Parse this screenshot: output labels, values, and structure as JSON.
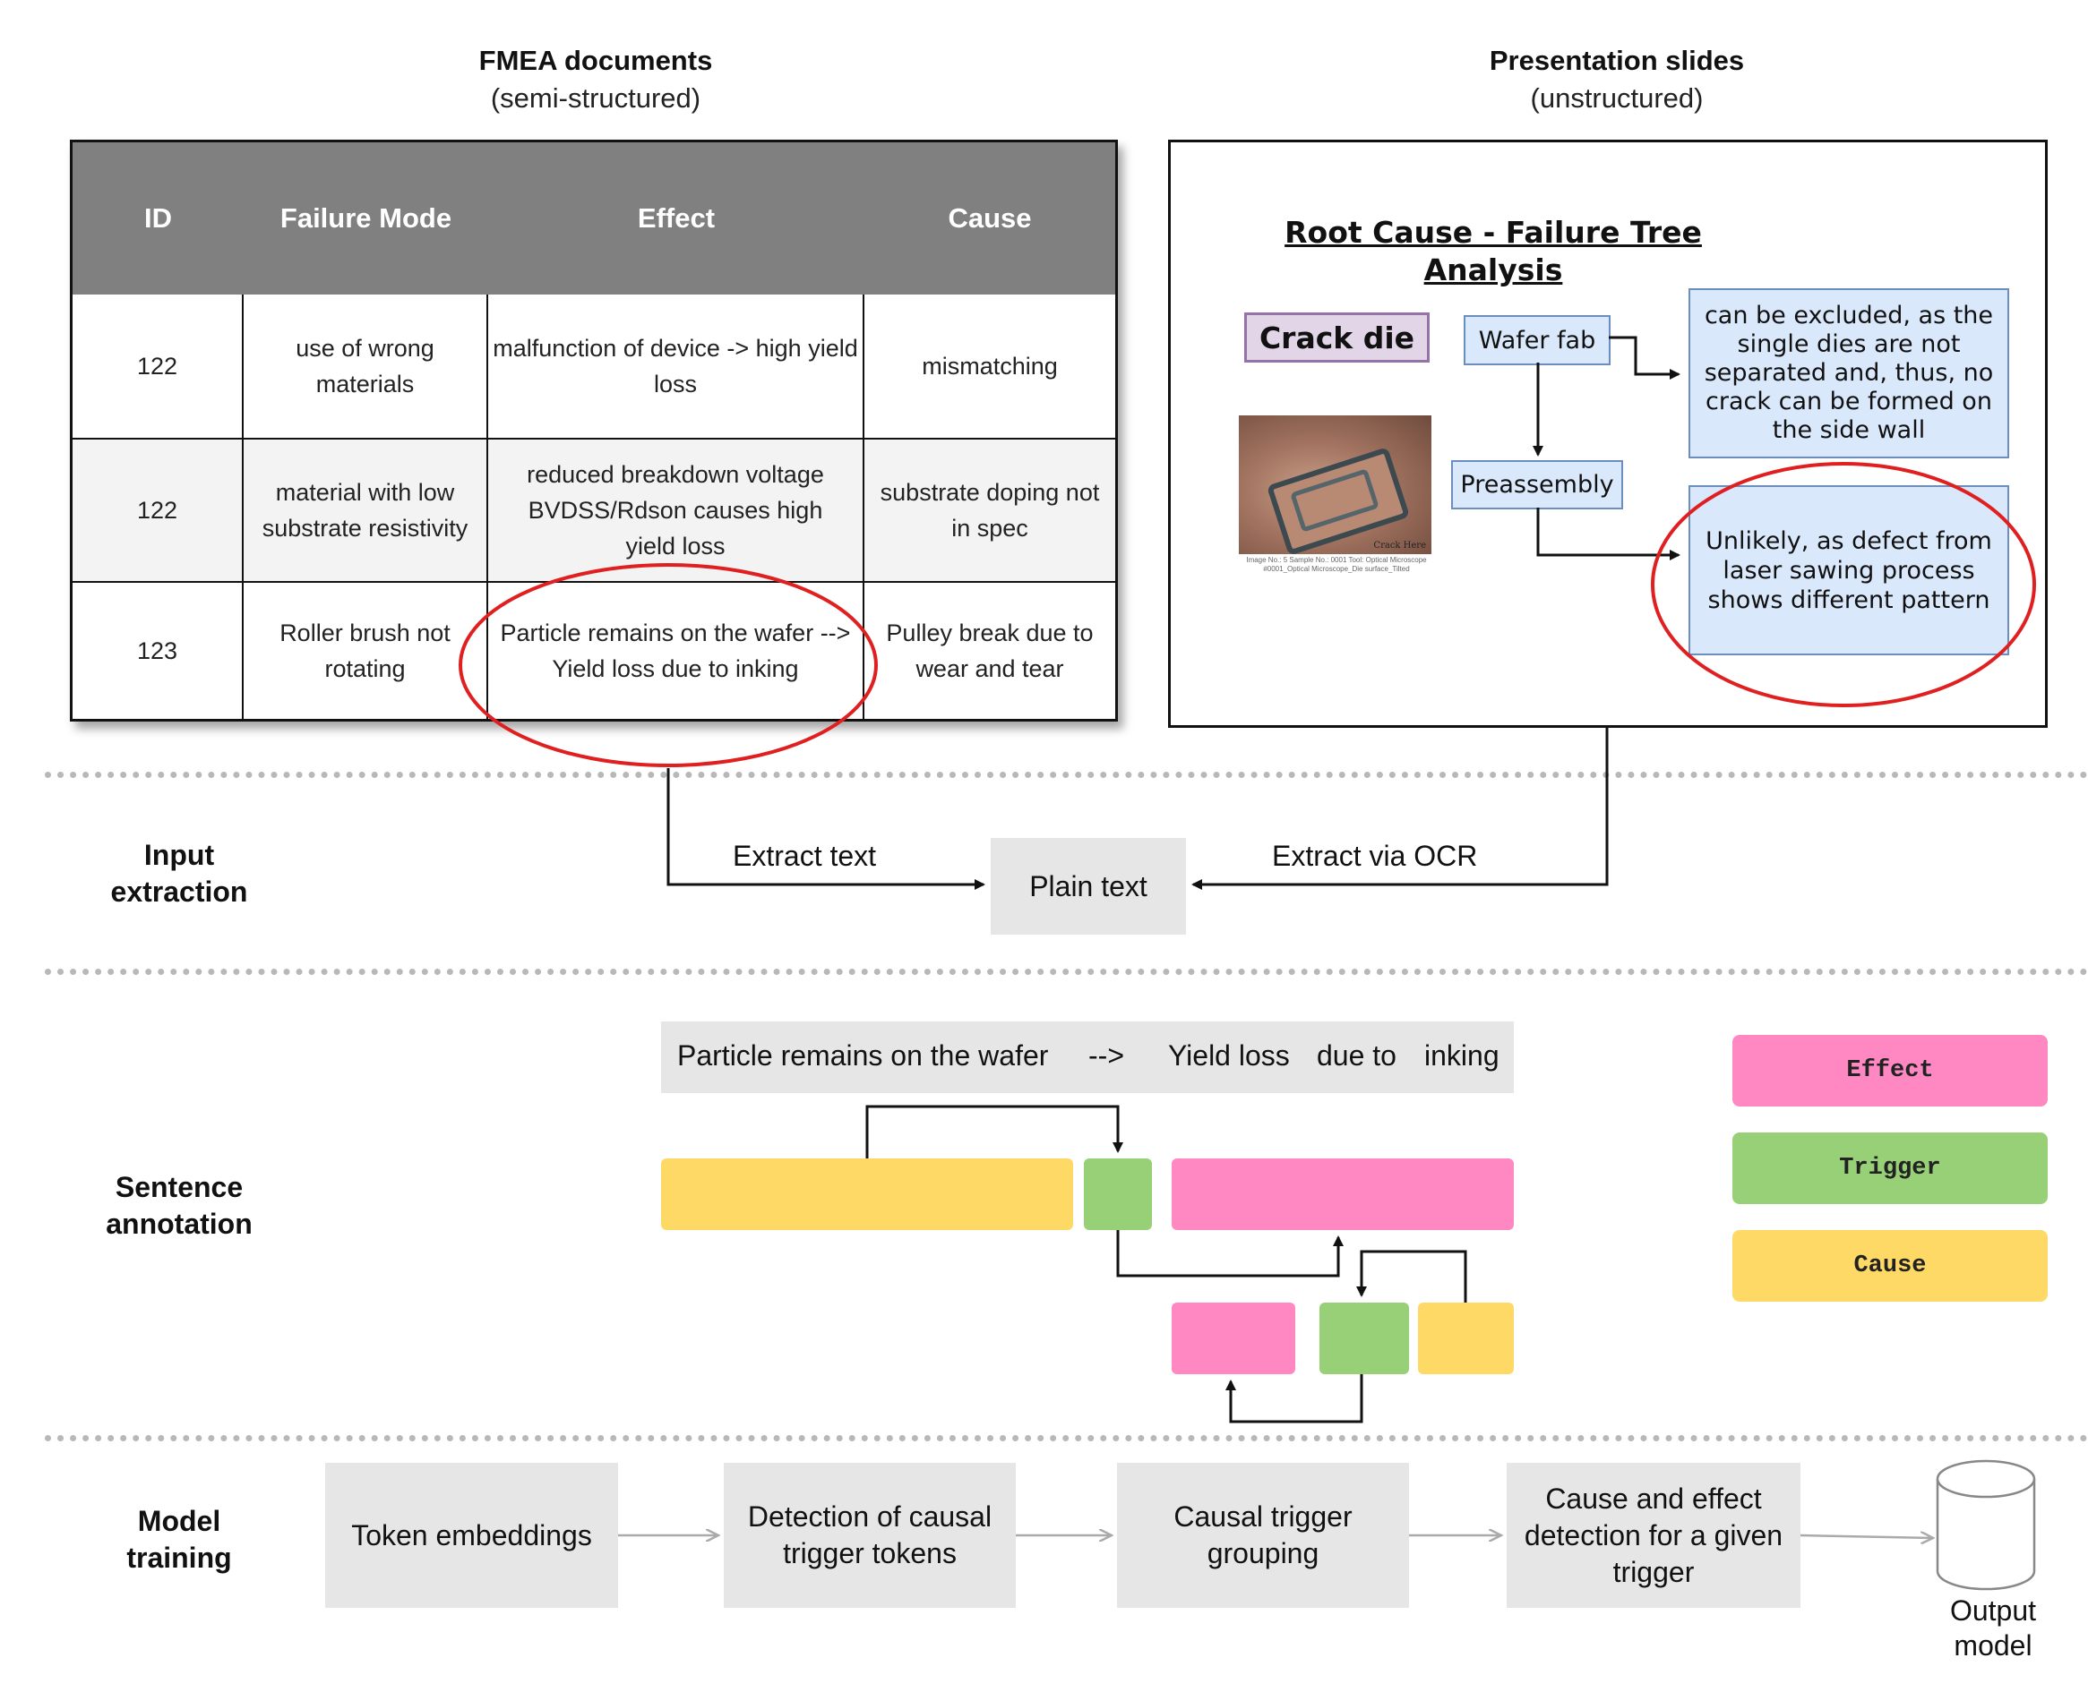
{
  "headers": {
    "fmea_title": "FMEA documents",
    "fmea_subtitle": "(semi-structured)",
    "slides_title": "Presentation slides",
    "slides_subtitle": "(unstructured)"
  },
  "fmea_table": {
    "columns": [
      "ID",
      "Failure Mode",
      "Effect",
      "Cause"
    ],
    "rows": [
      {
        "id": "122",
        "failure_mode": "use of wrong materials",
        "effect": "malfunction of device -> high yield loss",
        "cause": "mismatching"
      },
      {
        "id": "122",
        "failure_mode": "material with low substrate resistivity",
        "effect": "reduced breakdown voltage BVDSS/Rdson causes high yield loss",
        "cause": "substrate doping not in spec"
      },
      {
        "id": "123",
        "failure_mode": "Roller brush not rotating",
        "effect": "Particle remains on the wafer --> Yield loss due to inking",
        "cause": "Pulley break due to wear and tear"
      }
    ]
  },
  "slide": {
    "title": "Root Cause - Failure Tree Analysis",
    "crack_die": "Crack die",
    "wafer_fab": "Wafer fab",
    "preassembly": "Preassembly",
    "note_excluded": "can be excluded, as the single dies are not separated and, thus, no crack can be formed on the side wall",
    "note_unlikely": "Unlikely, as defect from laser sawing process shows different pattern",
    "photo_caption": "Image No.: 5  Sample No.: 0001  Tool: Optical Microscope  #0001_Optical Microscope_Die surface_Tilted",
    "photo_label": "Crack Here"
  },
  "input_extraction": {
    "row_label": "Input extraction",
    "extract_text": "Extract text",
    "extract_ocr": "Extract via OCR",
    "plain_text": "Plain text"
  },
  "sentence_annotation": {
    "row_label": "Sentence annotation",
    "tokens": [
      "Particle remains on the wafer",
      "-->",
      "Yield loss",
      "due to",
      "inking"
    ],
    "legend": {
      "effect": "Effect",
      "trigger": "Trigger",
      "cause": "Cause"
    },
    "colors": {
      "effect": "#ff88c2",
      "trigger": "#97d077",
      "cause": "#ffd966"
    }
  },
  "model_training": {
    "row_label": "Model training",
    "steps": [
      "Token embeddings",
      "Detection of causal trigger tokens",
      "Causal trigger grouping",
      "Cause and effect detection for a given trigger"
    ],
    "output": "Output model"
  },
  "icons": [
    "cylinder-icon",
    "microscope-photo"
  ]
}
